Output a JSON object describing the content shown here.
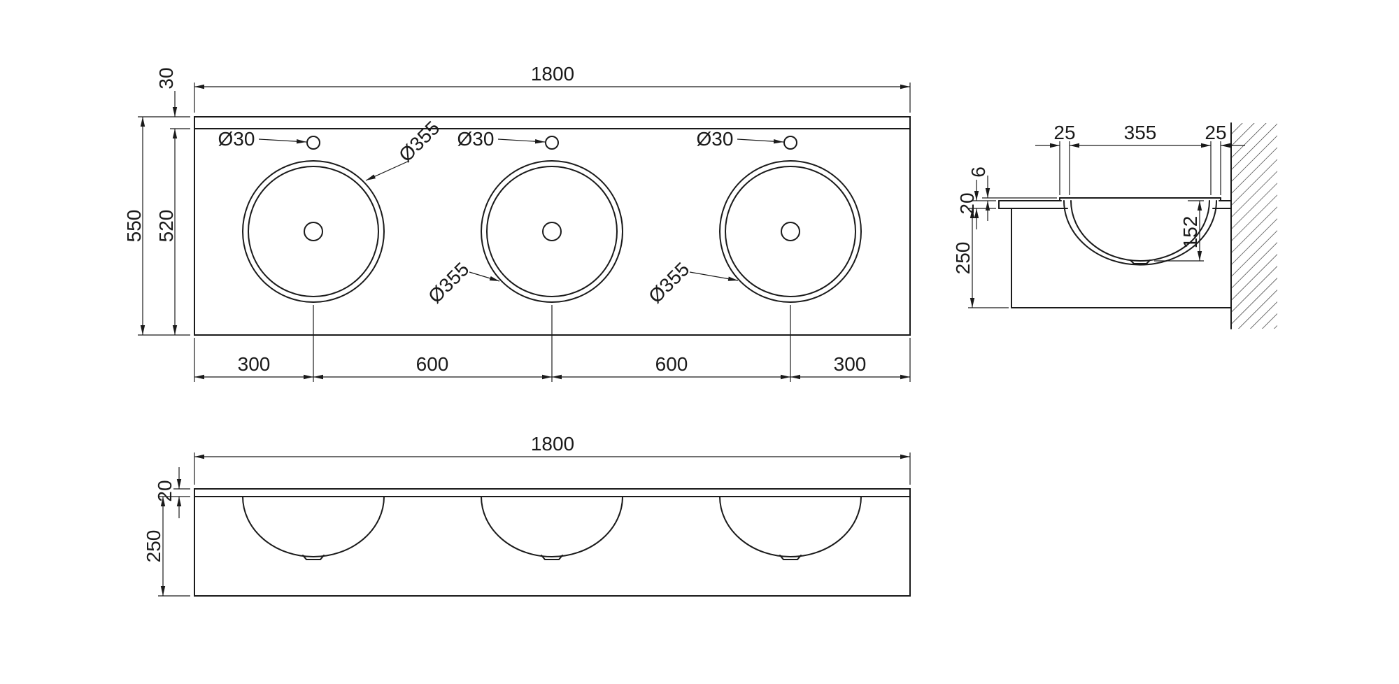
{
  "colors": {
    "line": "#1a1a1a",
    "bg": "#ffffff"
  },
  "plan": {
    "width": "1800",
    "backsplash_depth": "30",
    "total_depth": "550",
    "basin_zone_depth": "520",
    "spacing": [
      "300",
      "600",
      "600",
      "300"
    ],
    "basin_dia": [
      "Ø355",
      "Ø355",
      "Ø355"
    ],
    "hole_dia": [
      "Ø30",
      "Ø30",
      "Ø30"
    ]
  },
  "section": {
    "flange_left": "25",
    "opening": "355",
    "flange_right": "25",
    "rim_height": "6",
    "top_thickness": "20",
    "depth_below": "250",
    "bowl_depth": "152"
  },
  "front": {
    "width": "1800",
    "top_thickness": "20",
    "height": "250"
  }
}
